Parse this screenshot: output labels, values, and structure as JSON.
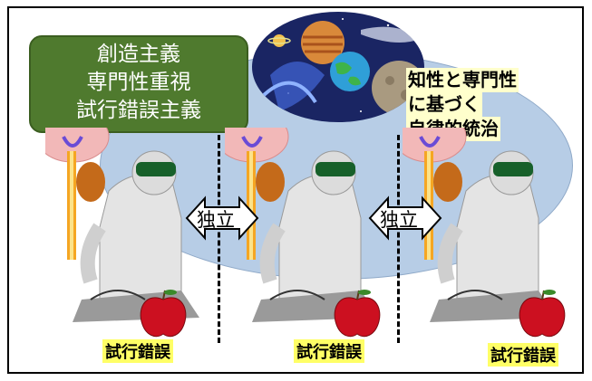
{
  "green_box": {
    "line1": "創造主義",
    "line2": "専門性重視",
    "line3": "試行錯誤主義"
  },
  "right_text": {
    "line1": "知性と専門性",
    "line2": "に基づく",
    "line3": "自律的統治"
  },
  "arrows": [
    {
      "label": "独立"
    },
    {
      "label": "独立"
    }
  ],
  "captions": [
    {
      "label": "試行錯誤"
    },
    {
      "label": "試行錯誤"
    },
    {
      "label": "試行錯誤"
    }
  ],
  "colors": {
    "green_box": "#4f7a2e",
    "ellipse": "#b7cde6",
    "caption_highlight": "#ffff66",
    "space_bg": "#1a2563",
    "apple": "#cc1020"
  }
}
